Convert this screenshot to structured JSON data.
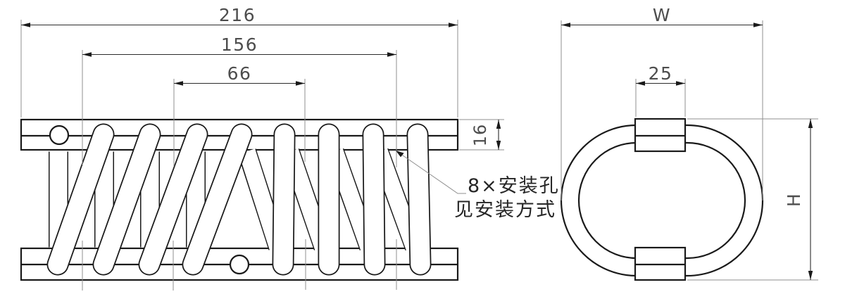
{
  "page": {
    "type": "engineering-drawing",
    "background": "#ffffff"
  },
  "front_view": {
    "dimensions": {
      "overall_length": "216",
      "mounting_span": "156",
      "mounting_pitch": "66",
      "rail_height": "16"
    },
    "callout": {
      "line1": "8×安装孔",
      "line2": "见安装方式"
    }
  },
  "side_view": {
    "dimensions": {
      "width_label": "W",
      "block_width": "25",
      "height_label": "H"
    }
  },
  "colors": {
    "outline": "#1a1a1a",
    "dimension_line": "#2b2b2b",
    "extension_line": "#8f8f8f",
    "dimension_text": "#4d4d4d",
    "callout_text": "#262626"
  }
}
